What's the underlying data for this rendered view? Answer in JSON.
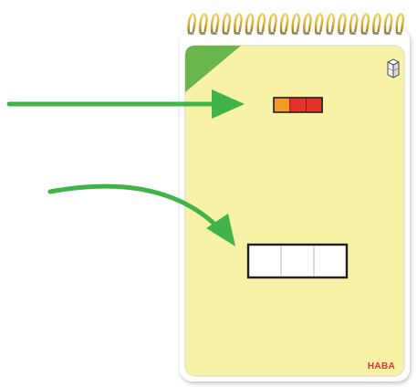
{
  "brand": {
    "name": "HABA",
    "color": "#e5322d"
  },
  "colors": {
    "card_background": "#f7f2a6",
    "card_border": "#e7e4c6",
    "corner_flag": "#6bb64a",
    "spiral_wire": "#d7ad2a",
    "arrow": "#42b349",
    "tile_orange": "#f39a28",
    "tile_red": "#e5322d",
    "outline_stroke": "#1f1f1f"
  },
  "icons": {
    "top_right": "cube-stack-icon",
    "arrow_top": "arrow-right-icon",
    "arrow_bottom": "curved-arrow-down-right-icon"
  },
  "pattern_card": {
    "colored_row": [
      "orange",
      "red",
      "red"
    ],
    "empty_row_slots": 3
  }
}
